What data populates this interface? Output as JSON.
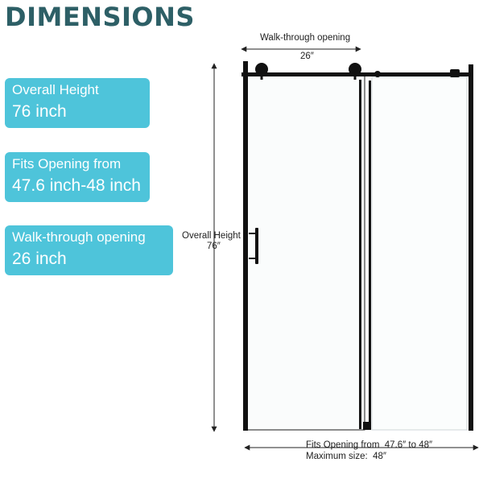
{
  "header": {
    "title": "DIMENSIONS"
  },
  "specs": [
    {
      "label": "Overall Height",
      "value": "76 inch"
    },
    {
      "label": "Fits Opening from",
      "value": "47.6 inch-48 inch"
    },
    {
      "label": "Walk-through opening",
      "value": "26 inch"
    }
  ],
  "diagram": {
    "walk_label": "Walk-through opening",
    "walk_value": "26″",
    "height_label": "Overall Height",
    "height_value": "76″",
    "fits_line1": "Fits Opening from  47.6″ to 48″",
    "fits_line2": "Maximum size:  48″"
  },
  "colors": {
    "title": "#2d5f66",
    "card": "#4ec4da",
    "frame": "#111111"
  }
}
